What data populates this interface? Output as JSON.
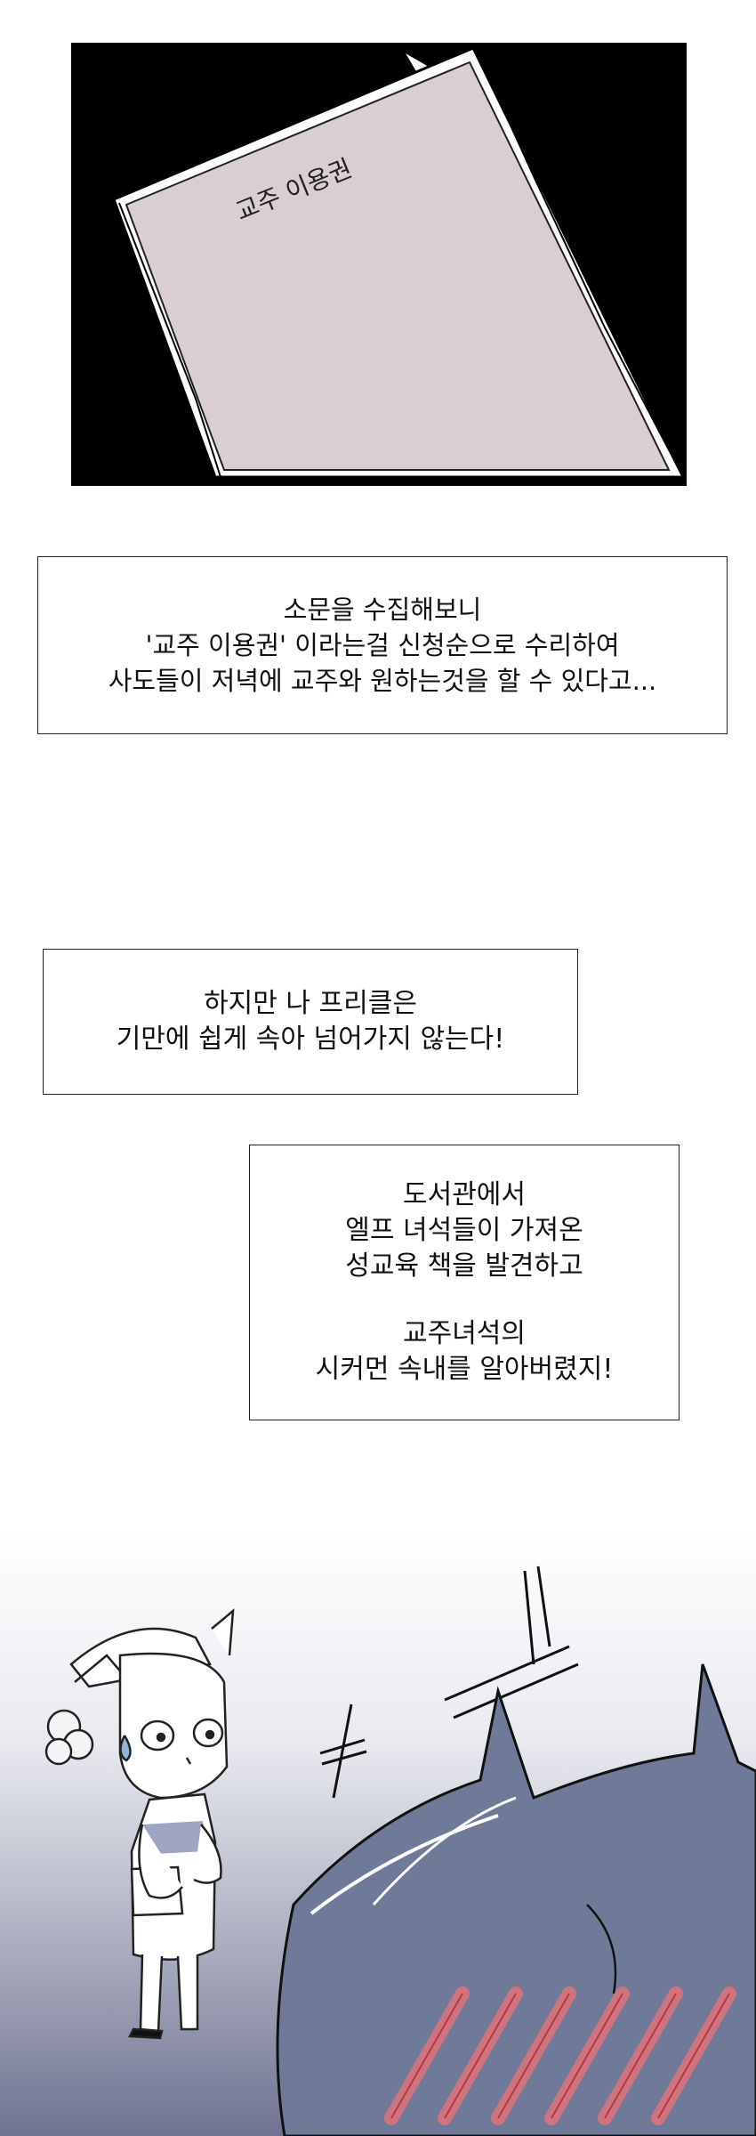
{
  "panel_top": {
    "paper_title": "교주 이용권"
  },
  "captions": {
    "cap1": [
      "소문을 수집해보니",
      "'교주 이용권' 이라는걸 신청순으로 수리하여",
      "사도들이 저녁에 교주와 원하는것을 할 수 있다고..."
    ],
    "cap2": [
      "하지만 나 프리클은",
      "기만에 쉽게 속아 넘어가지 않는다!"
    ],
    "cap3a": [
      "도서관에서",
      "엘프 녀석들이 가져온",
      "성교육 책을 발견하고"
    ],
    "cap3b": [
      "교주녀석의",
      "시커먼 속내를 알아버렸지!"
    ]
  },
  "colors": {
    "paper": "#d9cfd2",
    "panel_bg": "#000000",
    "blanket": "#6e7a98",
    "censor": "#e0737b"
  },
  "icons": [
    "speech-tail-icon",
    "scribble-mark-icon",
    "censor-stripes-icon"
  ]
}
